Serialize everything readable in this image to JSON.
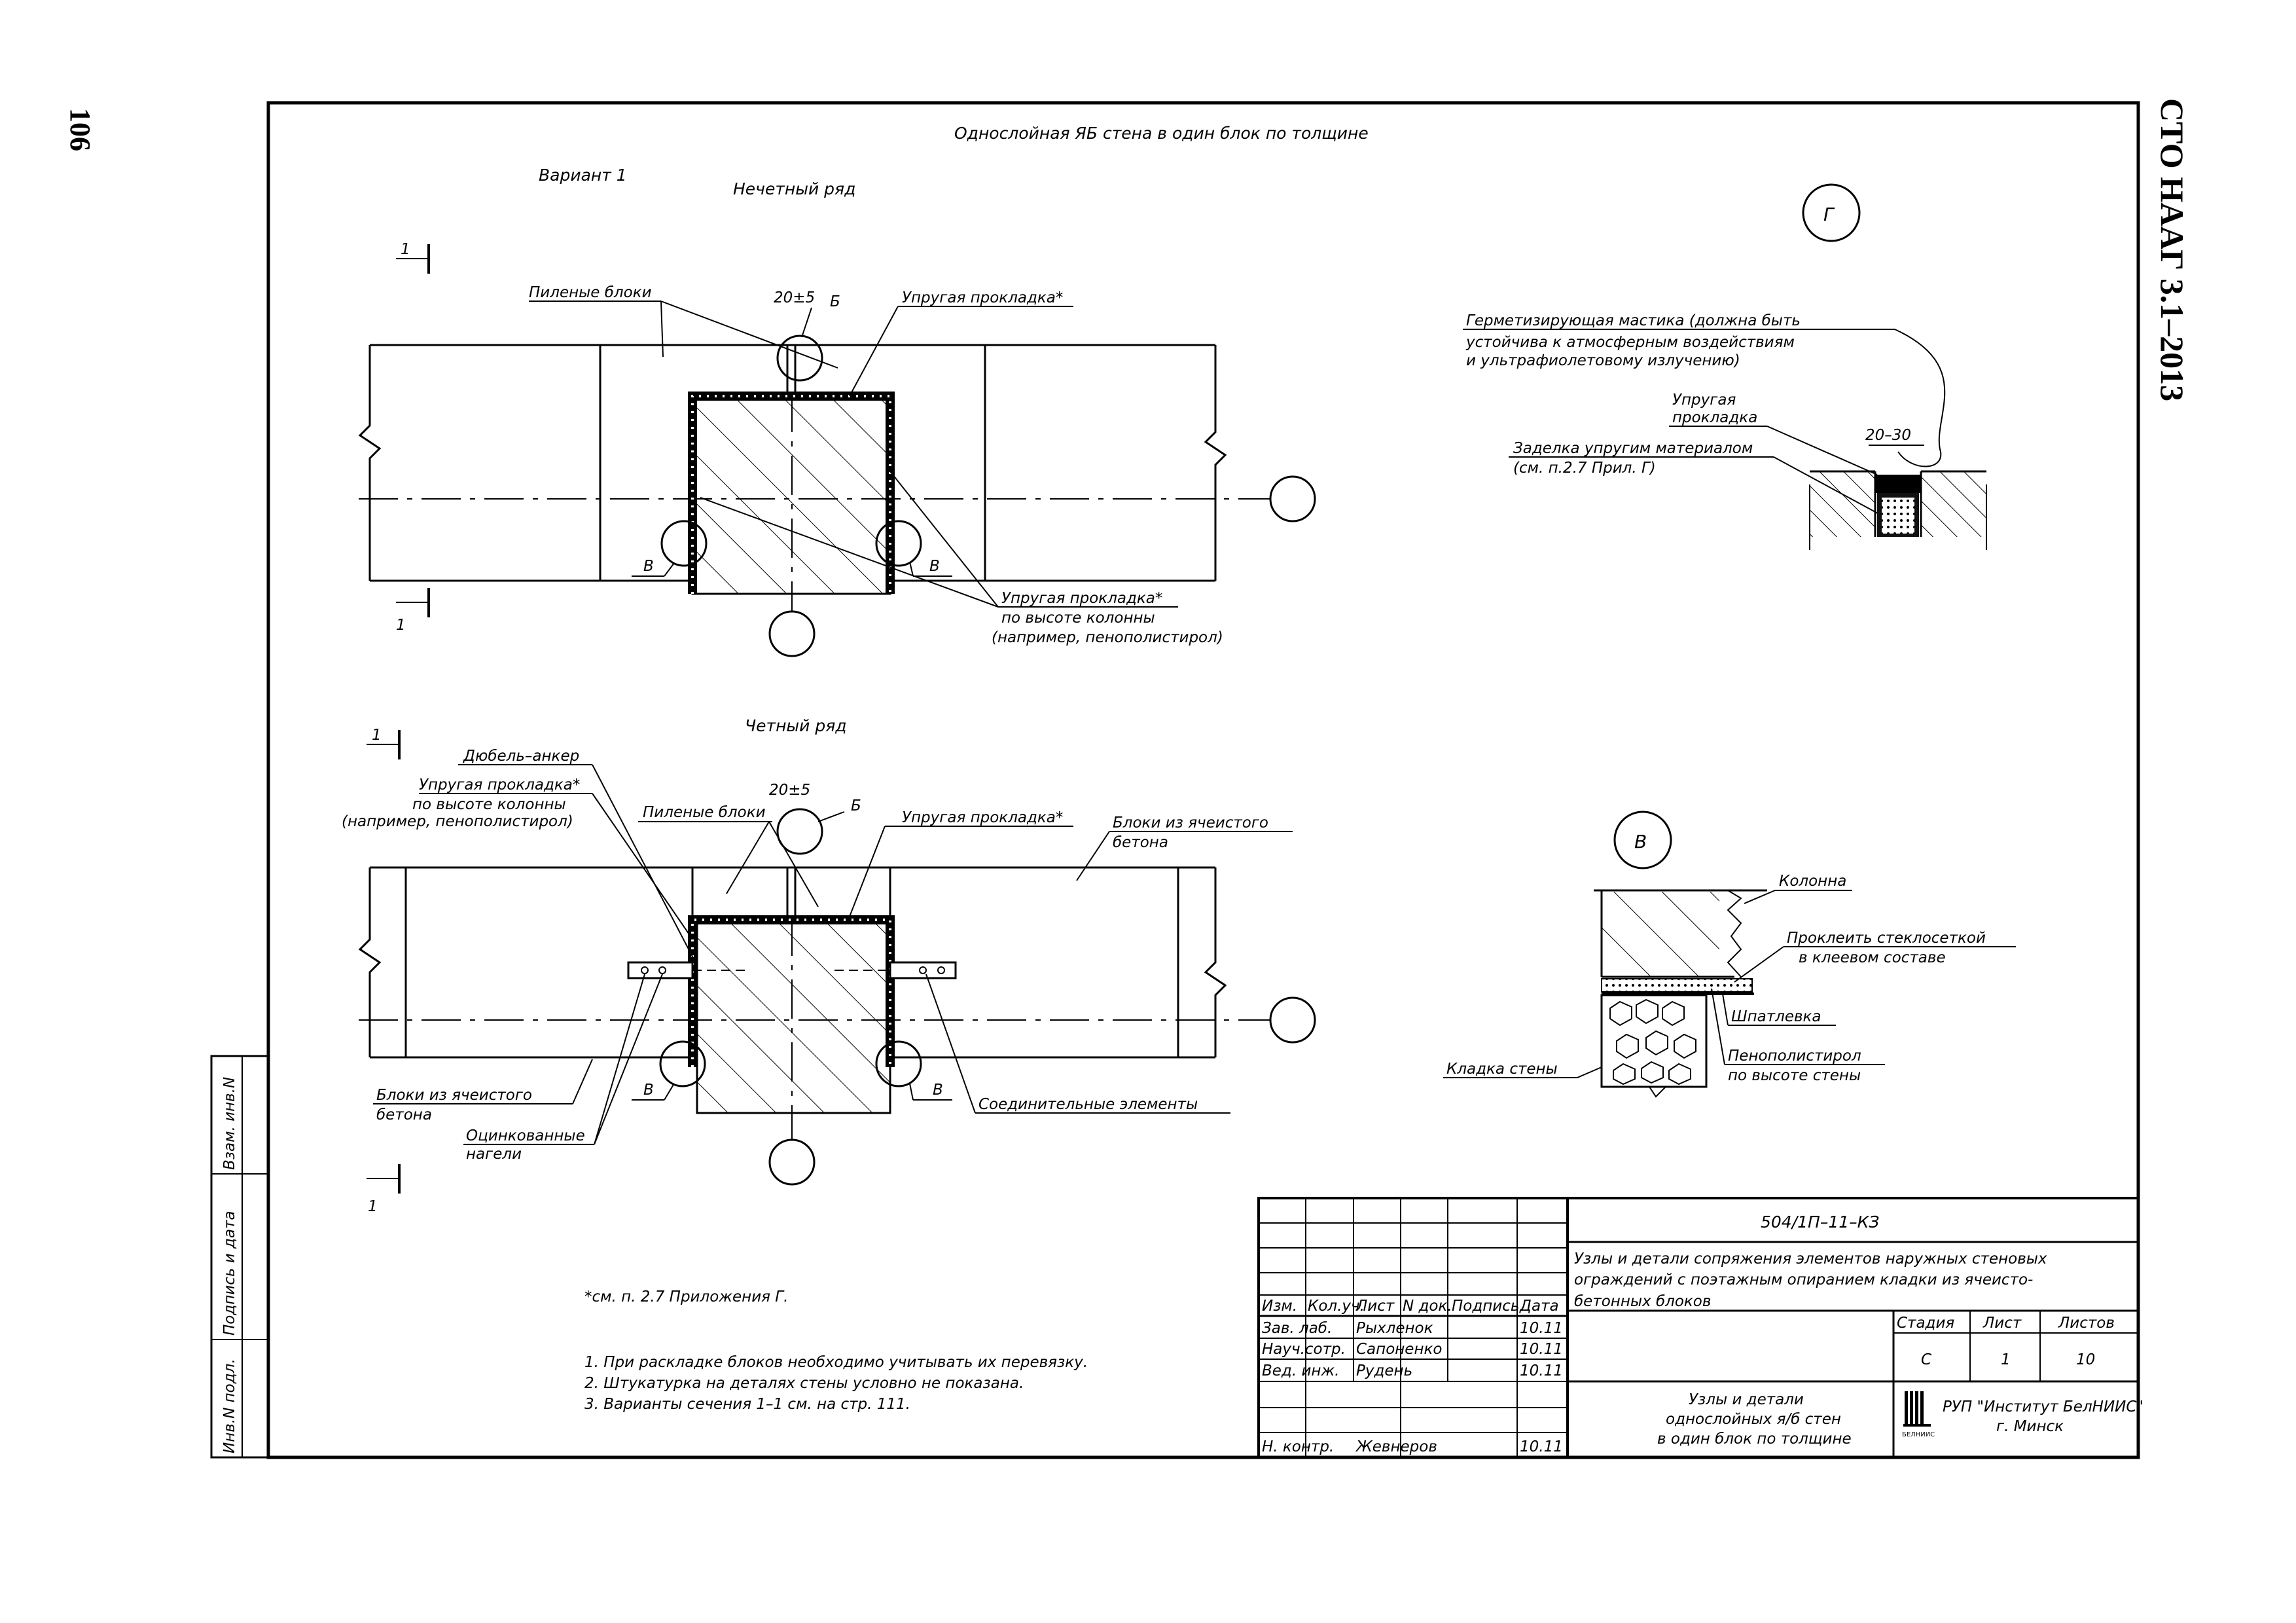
{
  "page_number": "106",
  "doc_code": "СТО НААГ 3.1–2013",
  "header_title": "Однослойная ЯБ стена в один блок по толщине",
  "variant": "Вариант 1",
  "top_view": {
    "title": "Нечетный ряд",
    "section_mark": "1",
    "label_sawn_blocks": "Пиленые блоки",
    "dim_gap": "20±5",
    "label_b": "Б",
    "label_elastic_pad": "Упругая прокладка*",
    "label_v": "В",
    "pad_note_line1": "Упругая прокладка*",
    "pad_note_line2": "по высоте колонны",
    "pad_note_line3": "(например, пенополистирол)"
  },
  "bottom_view": {
    "title": "Четный ряд",
    "section_mark": "1",
    "label_dowel": "Дюбель–анкер",
    "pad_note_line1": "Упругая прокладка*",
    "pad_note_line2": "по высоте колонны",
    "pad_note_line3": "(например, пенополистирол)",
    "label_sawn_blocks": "Пиленые блоки",
    "dim_gap": "20±5",
    "label_b": "Б",
    "label_elastic_pad": "Упругая прокладка*",
    "label_cellular_line1": "Блоки из ячеистого",
    "label_cellular_line2": "бетона",
    "label_blocks_left_line1": "Блоки из ячеистого",
    "label_blocks_left_line2": "бетона",
    "label_galv_line1": "Оцинкованные",
    "label_galv_line2": "нагели",
    "label_connectors": "Соединительные элементы",
    "label_v": "В"
  },
  "detail_g": {
    "mark": "Г",
    "mastic_line1": "Герметизирующая мастика (должна быть",
    "mastic_line2": "устойчива к атмосферным воздействиям",
    "mastic_line3": "и ультрафиолетовому излучению)",
    "pad_line1": "Упругая",
    "pad_line2": "прокладка",
    "fill_line1": "Заделка упругим материалом",
    "fill_line2": "(см. п.2.7 Прил. Г)",
    "dim": "20–30"
  },
  "detail_v": {
    "mark": "В",
    "label_column": "Колонна",
    "mesh_line1": "Проклеить стеклосеткой",
    "mesh_line2": "в клеевом составе",
    "label_putty": "Шпатлевка",
    "eps_line1": "Пенополистирол",
    "eps_line2": "по высоте стены",
    "label_masonry": "Кладка стены"
  },
  "footnote": "*см. п. 2.7  Приложения Г.",
  "notes": [
    "1.  При раскладке блоков необходимо учитывать их перевязку.",
    "2.  Штукатурка на деталях стены условно не показана.",
    "3.  Варианты сечения 1–1 см. на стр. 111."
  ],
  "side_stamp": {
    "inv_podl": "Инв.N подл.",
    "podpis": "Подпись и дата",
    "vzam": "Взам. инв.N"
  },
  "title_block": {
    "designation": "504/1П–11–КЗ",
    "name_line1": "Узлы и детали сопряжения элементов наружных стеновых",
    "name_line2": "ограждений с поэтажным опиранием кладки из ячеисто-",
    "name_line3": "бетонных блоков",
    "headers": [
      "Изм.",
      "Кол.уч.",
      "Лист",
      "N док.",
      "Подпись",
      "Дата"
    ],
    "people": [
      {
        "role": "Зав. лаб.",
        "name": "Рыхленок",
        "date": "10.11"
      },
      {
        "role": "Науч.сотр.",
        "name": "Сапоненко",
        "date": "10.11"
      },
      {
        "role": "Вед. инж.",
        "name": "Рудень",
        "date": "10.11"
      },
      {
        "role": "Н. контр.",
        "name": "Жевнеров",
        "date": "10.11"
      }
    ],
    "stage_header": "Стадия",
    "sheet_header": "Лист",
    "sheets_header": "Листов",
    "stage": "С",
    "sheet": "1",
    "sheets": "10",
    "sheet_title_line1": "Узлы и детали",
    "sheet_title_line2": "однослойных я/б стен",
    "sheet_title_line3": "в один блок по толщине",
    "org_line1": "РУП \"Институт БелНИИС\"",
    "org_line2": "г. Минск",
    "logo_text": "БЕЛНИИС"
  }
}
